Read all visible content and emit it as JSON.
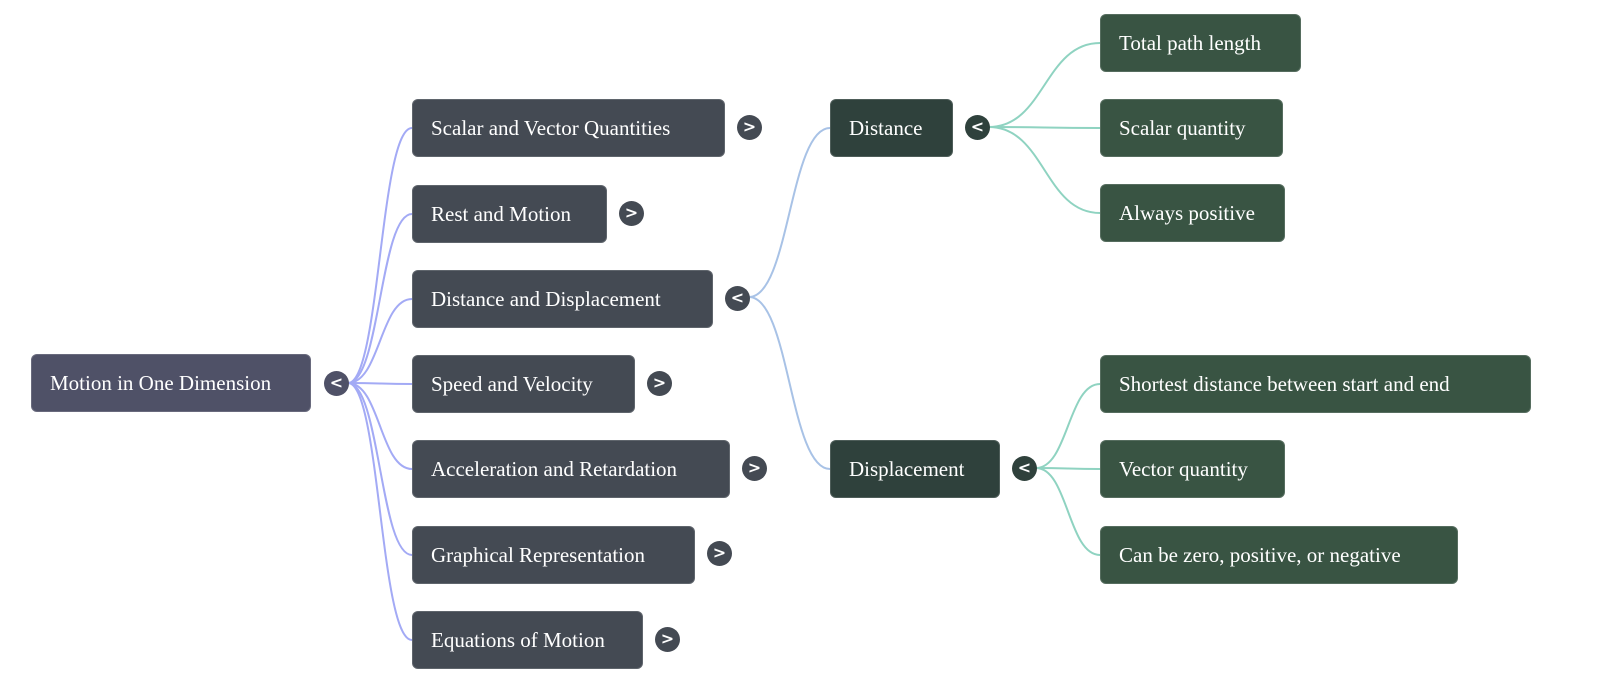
{
  "mindmap": {
    "root": {
      "label": "Motion in One Dimension",
      "toggle": "<",
      "state": "expanded"
    },
    "branches": [
      {
        "label": "Scalar and Vector Quantities",
        "toggle": ">",
        "state": "collapsed"
      },
      {
        "label": "Rest and Motion",
        "toggle": ">",
        "state": "collapsed"
      },
      {
        "label": "Distance and Displacement",
        "toggle": "<",
        "state": "expanded",
        "children": [
          {
            "label": "Distance",
            "toggle": "<",
            "state": "expanded",
            "children": [
              {
                "label": "Total path length"
              },
              {
                "label": "Scalar quantity"
              },
              {
                "label": "Always positive"
              }
            ]
          },
          {
            "label": "Displacement",
            "toggle": "<",
            "state": "expanded",
            "children": [
              {
                "label": "Shortest distance between start and end"
              },
              {
                "label": "Vector quantity"
              },
              {
                "label": "Can be zero, positive, or negative"
              }
            ]
          }
        ]
      },
      {
        "label": "Speed and Velocity",
        "toggle": ">",
        "state": "collapsed"
      },
      {
        "label": "Acceleration and Retardation",
        "toggle": ">",
        "state": "collapsed"
      },
      {
        "label": "Graphical Representation",
        "toggle": ">",
        "state": "collapsed"
      },
      {
        "label": "Equations of Motion",
        "toggle": ">",
        "state": "collapsed"
      }
    ]
  },
  "colors": {
    "root_node": "#4f5167",
    "level1_node": "#444a53",
    "level2_node": "#2f413c",
    "level3_node": "#395443",
    "edge_root": "#a3aaf5",
    "edge_level1": "#a8c2e6",
    "edge_level2": "#8fd3c1"
  }
}
